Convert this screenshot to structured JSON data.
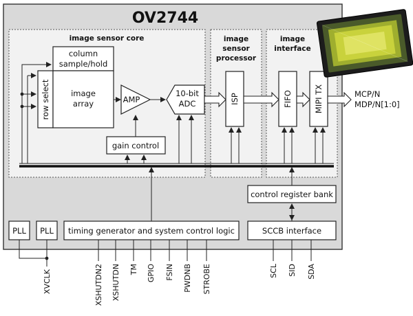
{
  "chip": {
    "title": "OV2744",
    "photo_icon": "image-sensor-chip-photo"
  },
  "sections": {
    "core": "image sensor core",
    "processor": [
      "image",
      "sensor",
      "processor"
    ],
    "interface": [
      "image",
      "interface"
    ]
  },
  "blocks": {
    "column": [
      "column",
      "sample/hold"
    ],
    "row_select": "row select",
    "image_array": [
      "image",
      "array"
    ],
    "amp": "AMP",
    "adc": [
      "10-bit",
      "ADC"
    ],
    "isp": "ISP",
    "fifo": "FIFO",
    "mipi_tx": "MIPI TX",
    "gain_control": "gain control",
    "control_register_bank": "control register bank",
    "pll_1": "PLL",
    "pll_2": "PLL",
    "timing_generator": "timing generator and system control logic",
    "sccb_interface": "SCCB interface"
  },
  "outputs": [
    "MCP/N",
    "MDP/N[1:0]"
  ],
  "pins": [
    "XVCLK",
    "XSHUTDN2",
    "XSHUTDN",
    "TM",
    "GPIO",
    "FSIN",
    "PWDNB",
    "STROBE",
    "SCL",
    "SID",
    "SDA"
  ]
}
